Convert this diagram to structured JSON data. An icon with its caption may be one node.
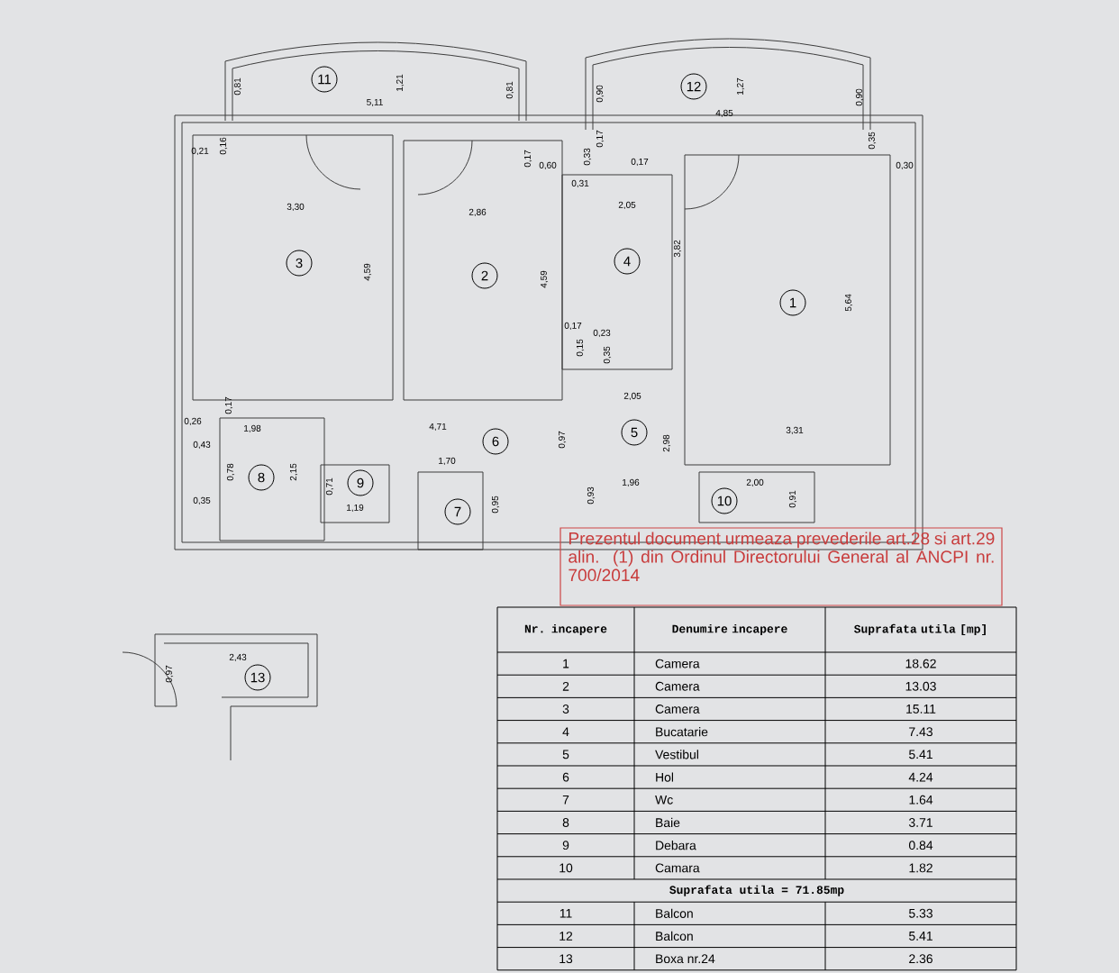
{
  "diagram": {
    "labels": [
      "11",
      "0,81",
      "1,21",
      "5,11",
      "0,81",
      "12",
      "0,90",
      "1,27",
      "4,85",
      "0,90",
      "0,21",
      "0,16",
      "3,30",
      "3",
      "4,59",
      "0,17",
      "0,60",
      "2,86",
      "2",
      "4,59",
      "0,33",
      "0,17",
      "0,17",
      "0,31",
      "2,05",
      "4",
      "3,82",
      "1",
      "5,64",
      "0,35",
      "0,30",
      "3,31",
      "0,17",
      "0,23",
      "0,15",
      "0,35",
      "2,05",
      "4,71",
      "6",
      "0,97",
      "5",
      "2,98",
      "0,26",
      "0,17",
      "1,98",
      "0,43",
      "0,78",
      "8",
      "2,15",
      "0,35",
      "0,71",
      "9",
      "1,19",
      "1,70",
      "7",
      "0,95",
      "0,93",
      "1,96",
      "10",
      "2,00",
      "0,91",
      "0,97",
      "2,43",
      "13",
      "Prezentul document urmeaza prevederile art.28 si art.29 alin. (1) din Ordinul Directorului General al ANCPI nr. 700/2014",
      "Nr. incapere",
      "Denumire incapere",
      "Suprafata utila [mp]",
      "1",
      "Camera",
      "18.62",
      "2",
      "Camera",
      "13.03",
      "3",
      "Camera",
      "15.11",
      "4",
      "Bucatarie",
      "7.43",
      "5",
      "Vestibul",
      "5.41",
      "6",
      "Hol",
      "4.24",
      "7",
      "Wc",
      "1.64",
      "8",
      "Baie",
      "3.71",
      "9",
      "Debara",
      "0.84",
      "10",
      "Camara",
      "1.82",
      "Suprafata utila = 71.85mp",
      "11",
      "Balcon",
      "5.33",
      "12",
      "Balcon",
      "5.41",
      "13",
      "Boxa nr.24",
      "2.36"
    ]
  }
}
